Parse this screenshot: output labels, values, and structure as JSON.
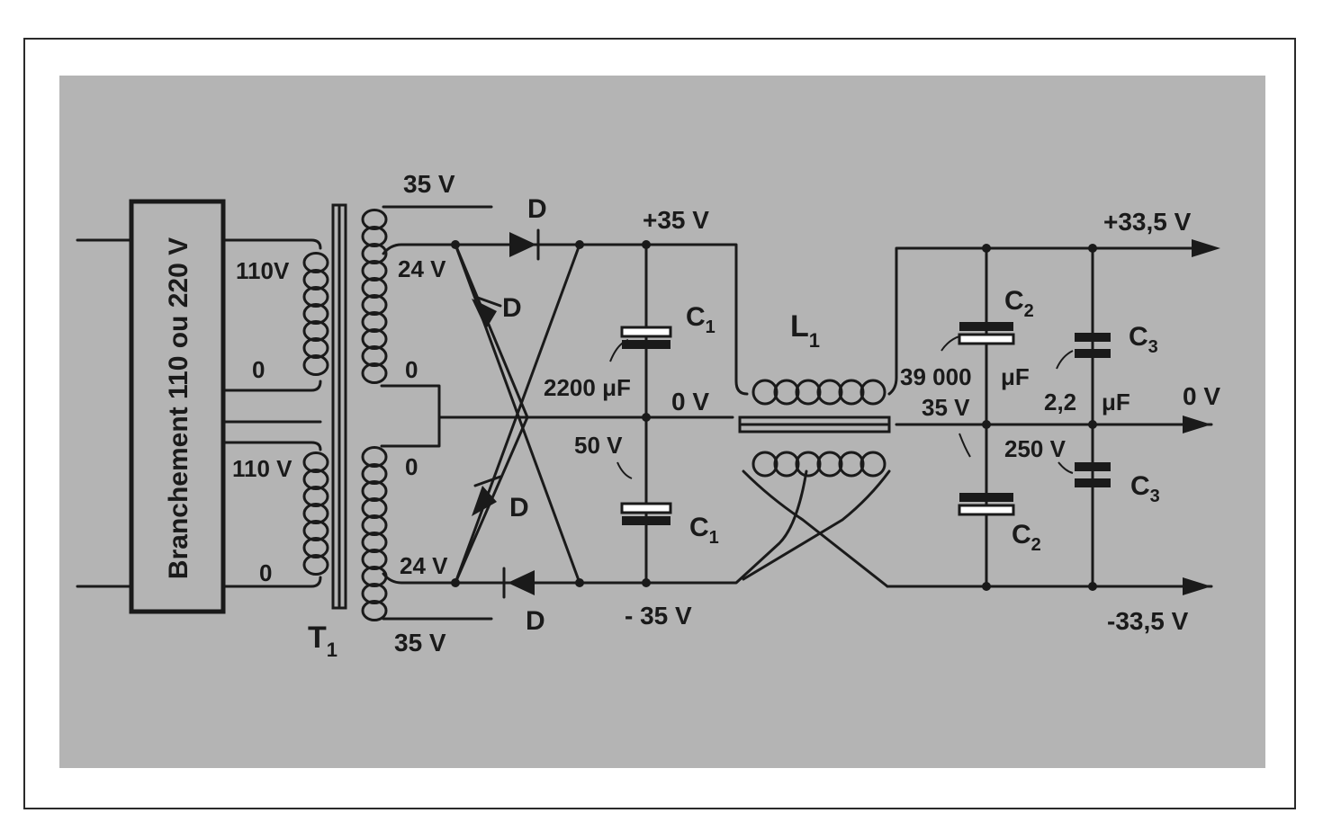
{
  "colors": {
    "panel": "#b4b4b4",
    "ink": "#1a1a1a",
    "frame": "#2a2a2a",
    "page": "#ffffff"
  },
  "block": {
    "label": "Branchement  110 ou 220 V"
  },
  "transformer": {
    "name": "T",
    "sub": "1"
  },
  "primary": {
    "top": "110V",
    "top_zero": "0",
    "bottom": "110 V",
    "bottom_zero": "0"
  },
  "secondary": {
    "top_tap": "35 V",
    "top_out": "24 V",
    "top_zero": "0",
    "bottom_zero": "0",
    "bottom_out": "24 V",
    "bottom_tap": "35 V"
  },
  "diodes": {
    "d1": "D",
    "d2": "D",
    "d3": "D",
    "d4": "D"
  },
  "rails": {
    "plus_in": "+35 V",
    "zero_in": "0 V",
    "minus_in": "- 35 V",
    "plus_out": "+33,5 V",
    "zero_out": "0 V",
    "minus_out": "-33,5 V"
  },
  "c1": {
    "name": "C",
    "sub": "1",
    "value": "2200 μF",
    "voltage": "50 V"
  },
  "inductor": {
    "name": "L",
    "sub": "1"
  },
  "c2": {
    "name": "C",
    "sub": "2",
    "value": "39 000",
    "unit": "μF",
    "voltage": "35 V"
  },
  "c3": {
    "name": "C",
    "sub": "3",
    "value": "2,2",
    "unit": "μF",
    "voltage": "250 V"
  }
}
